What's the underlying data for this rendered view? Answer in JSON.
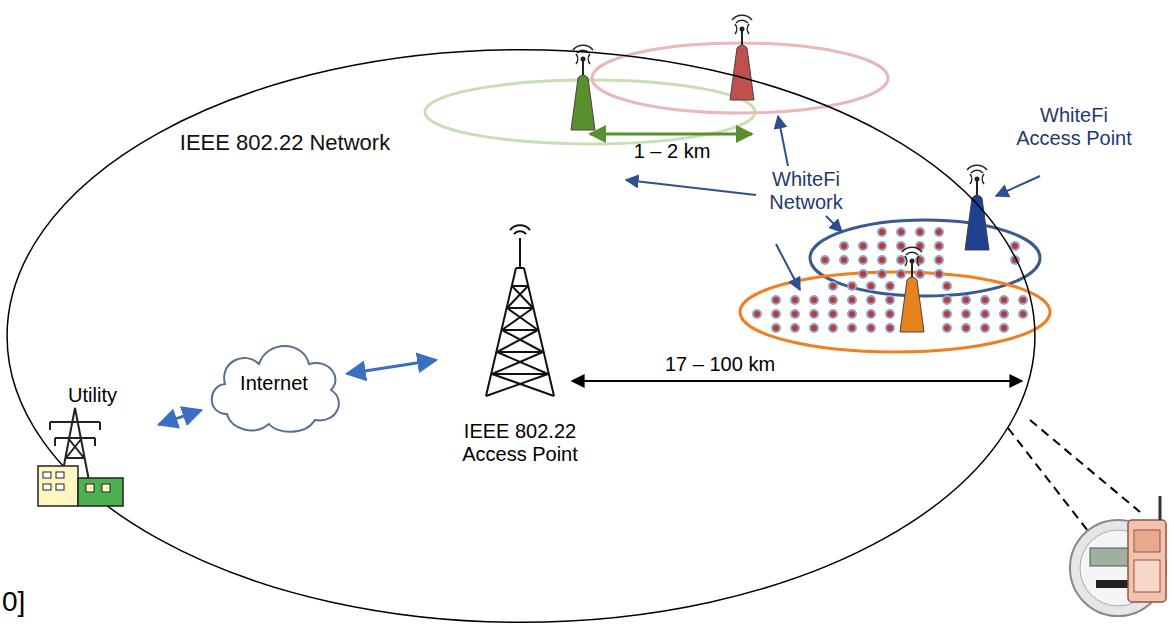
{
  "diagram": {
    "nodes": [
      {
        "text": [
          "IEEE 802.22 Network"
        ]
      },
      {
        "text": [
          "Utility"
        ],
        "in": 0
      },
      {
        "text": [
          "Internet"
        ],
        "in": 0
      },
      {
        "text": [
          "IEEE 802.22 Access Point"
        ],
        "in": 0
      }
    ],
    "edges": [
      {
        "from": 1,
        "to": 2,
        "arrow": "both"
      },
      {
        "from": 2,
        "to": 3,
        "arrow": "both"
      }
    ],
    "labels": [
      "1 – 2 km",
      "WhiteFi Network",
      "WhiteFi Access Point",
      "17 – 100 km",
      "0]"
    ]
  }
}
